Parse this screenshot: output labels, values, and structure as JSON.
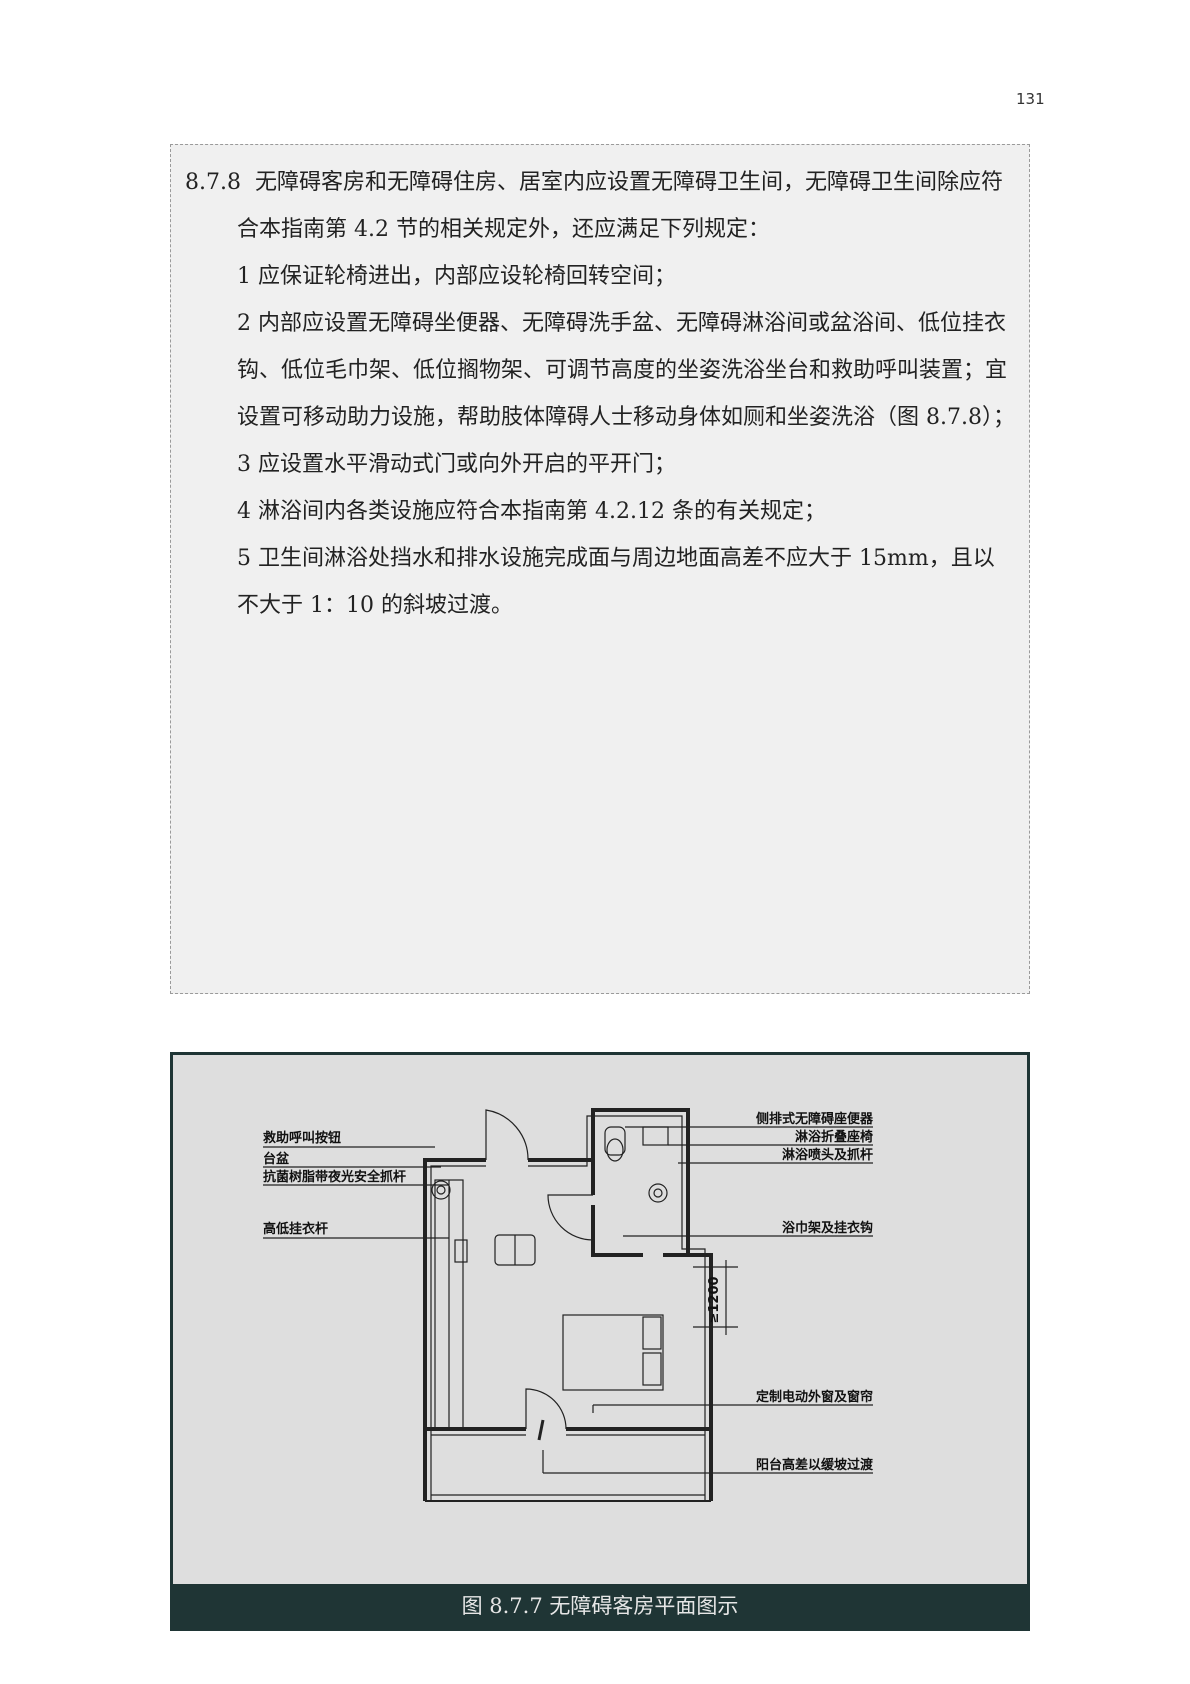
{
  "page_number": "131",
  "clause": {
    "number": "8.7.8",
    "intro": "无障碍客房和无障碍住房、居室内应设置无障碍卫生间，无障碍卫生间除应符合本指南第 4.2 节的相关规定外，还应满足下列规定：",
    "items": [
      "1  应保证轮椅进出，内部应设轮椅回转空间；",
      "2  内部应设置无障碍坐便器、无障碍洗手盆、无障碍淋浴间或盆浴间、低位挂衣钩、低位毛巾架、低位搁物架、可调节高度的坐姿洗浴坐台和救助呼叫装置；宜设置可移动助力设施，帮助肢体障碍人士移动身体如厕和坐姿洗浴（图 8.7.8）；",
      "3  应设置水平滑动式门或向外开启的平开门；",
      "4  淋浴间内各类设施应符合本指南第 4.2.12 条的有关规定；",
      "5  卫生间淋浴处挡水和排水设施完成面与周边地面高差不应大于 15mm，且以不大于 1：10 的斜坡过渡。"
    ]
  },
  "figure": {
    "caption": "图 8.7.7  无障碍客房平面图示",
    "labels_left": [
      "救助呼叫按钮",
      "台盆",
      "抗菌树脂带夜光安全抓杆",
      "高低挂衣杆"
    ],
    "labels_right": [
      "侧排式无障碍座便器",
      "淋浴折叠座椅",
      "淋浴喷头及抓杆",
      "浴巾架及挂衣钩",
      "定制电动外窗及窗帘",
      "阳台高差以缓坡过渡"
    ],
    "dimension": "≥1200"
  }
}
